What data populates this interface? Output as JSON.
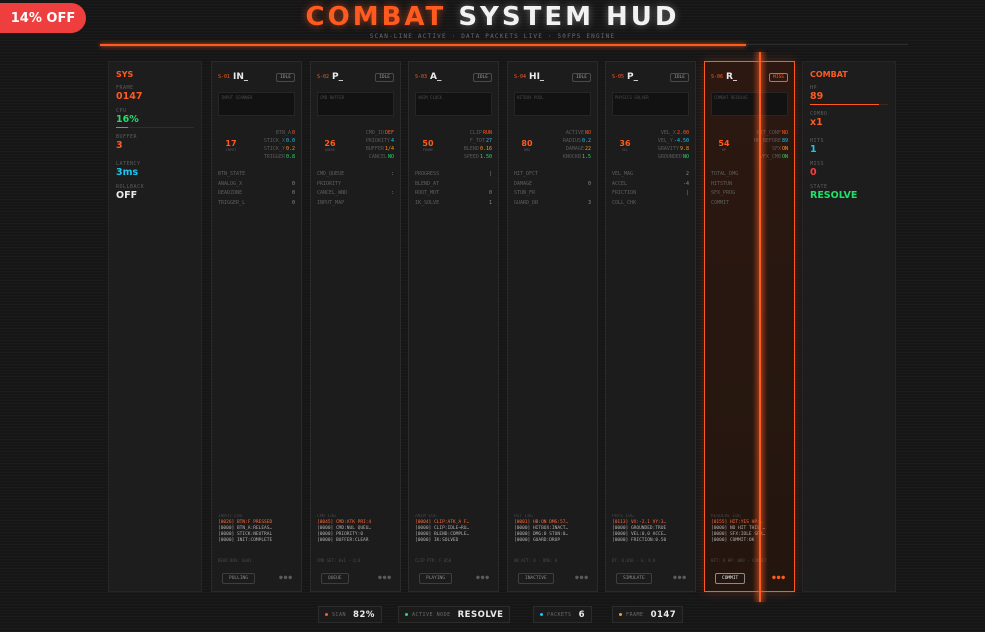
{
  "promo": {
    "label": "14% OFF"
  },
  "header": {
    "title_a": "COMBAT",
    "title_b": "SYSTEM HUD",
    "subtitle": "SCAN-LINE ACTIVE · DATA PACKETS LIVE · 50FPS ENGINE",
    "progress": 0.8
  },
  "sys": {
    "title": "SYS",
    "frame_label": "FRAME",
    "frame": "0147",
    "cpu_label": "CPU",
    "cpu": "16%",
    "cpu_fill": 0.16,
    "buffer_label": "BUFFER",
    "buffer": "3",
    "latency_label": "LATENCY",
    "latency": "3ms",
    "rollback_label": "ROLLBACK",
    "rollback": "OFF"
  },
  "combat": {
    "title": "COMBAT",
    "hp_label": "HP",
    "hp": "89",
    "hp_fill": 0.89,
    "combo_label": "COMBO",
    "combo": "x1",
    "hits_label": "HITS",
    "hits": "1",
    "miss_label": "MISS",
    "miss": "0",
    "state_label": "STATE",
    "state": "RESOLVE"
  },
  "panels": [
    {
      "id": "S-01",
      "name": "IN_",
      "badge": "IDLE",
      "box": "INPUT SCANNER",
      "num": "17",
      "unit": "INPUT",
      "kv": [
        {
          "k": "BTN_A",
          "v": "0"
        },
        {
          "k": "STICK_X",
          "v": "0.0"
        },
        {
          "k": "STICK_Y",
          "v": "0.2"
        },
        {
          "k": "TRIGGER",
          "v": "0.8"
        }
      ],
      "rows": [
        {
          "k": "BTN_STATE",
          "v": ""
        },
        {
          "k": "ANALOG_X",
          "v": "0"
        },
        {
          "k": "DEADZONE",
          "v": "0"
        },
        {
          "k": "TRIGGER_L",
          "v": "0"
        }
      ],
      "log_h": "INPUT LOG",
      "log": [
        "[0026] BTN:F PRESSED",
        "[0000] BTN_A:RELEAS…",
        "[0000] STICK:NEUTRAL",
        "[0000] INIT:COMPLETE"
      ],
      "foot": "READ BUS: 0x01",
      "btn": "POLLING"
    },
    {
      "id": "S-02",
      "name": "P_",
      "badge": "IDLE",
      "box": "CMD BUFFER",
      "num": "26",
      "unit": "QUEUE",
      "kv": [
        {
          "k": "CMD_ID",
          "v": "DEF"
        },
        {
          "k": "PRIORITY",
          "v": "4"
        },
        {
          "k": "BUFFER",
          "v": "1/4"
        },
        {
          "k": "CANCEL",
          "v": "NO"
        }
      ],
      "rows": [
        {
          "k": "CMD_QUEUE",
          "v": ":"
        },
        {
          "k": "PRIORITY",
          "v": ""
        },
        {
          "k": "CANCEL_WND",
          "v": ":"
        },
        {
          "k": "INPUT_MAP",
          "v": ""
        }
      ],
      "log_h": "CMD LOG",
      "log": [
        "[0045] CMD:ATK PRI:4",
        "[0000] CMD:NUL QUEU…",
        "[0000] PRIORITY:0",
        "[0000] BUFFER:CLEAR"
      ],
      "foot": "CMD SET: 0x1 · Q:0",
      "btn": "QUEUE"
    },
    {
      "id": "S-03",
      "name": "A_",
      "badge": "IDLE",
      "box": "ANIM CLOCK",
      "num": "50",
      "unit": "FRAME",
      "kv": [
        {
          "k": "CLIP",
          "v": "RUN"
        },
        {
          "k": "F_TOT",
          "v": "27"
        },
        {
          "k": "BLEND",
          "v": "0.16"
        },
        {
          "k": "SPEED",
          "v": "1.50"
        }
      ],
      "rows": [
        {
          "k": "PROGRESS",
          "v": "|"
        },
        {
          "k": "BLEND_AT",
          "v": ""
        },
        {
          "k": "ROOT_MOT",
          "v": "0"
        },
        {
          "k": "IK_SOLVE",
          "v": "1"
        }
      ],
      "log_h": "ANIM LOG",
      "log": [
        "[0004] CLIP:ATK_A F…",
        "[0000] CLIP:IDLE→RU…",
        "[0000] BLEND:COMPLE…",
        "[0000] IK:SOLVED"
      ],
      "foot": "CLIP PTR: F 050",
      "btn": "PLAYING"
    },
    {
      "id": "S-04",
      "name": "HI_",
      "badge": "IDLE",
      "box": "HITBOX POOL",
      "num": "80",
      "unit": "DMG",
      "kv": [
        {
          "k": "ACTIVE",
          "v": "NO"
        },
        {
          "k": "RADIUS",
          "v": "0.2"
        },
        {
          "k": "DAMAGE",
          "v": "22"
        },
        {
          "k": "KNOCKB",
          "v": "1.5"
        }
      ],
      "rows": [
        {
          "k": "HIT_DFCT",
          "v": ""
        },
        {
          "k": "DAMAGE",
          "v": "0"
        },
        {
          "k": "STUN_FR",
          "v": ""
        },
        {
          "k": "GUARD_DR",
          "v": "3"
        }
      ],
      "log_h": "HIT LOG",
      "log": [
        "[0001] HB:ON DMG:57…",
        "[0000] HITBOX:INACT…",
        "[0000] DMG:0 STUN:0…",
        "[0000] GUARD:DROP"
      ],
      "foot": "HB ACT: 0 · DMG: 0",
      "btn": "INACTIVE"
    },
    {
      "id": "S-05",
      "name": "P_",
      "badge": "IDLE",
      "box": "PHYSICS SOLVER",
      "num": "36",
      "unit": "VEL",
      "kv": [
        {
          "k": "VEL_X",
          "v": "2.00"
        },
        {
          "k": "VEL_Y",
          "v": "-4.50"
        },
        {
          "k": "GRAVITY",
          "v": "9.8"
        },
        {
          "k": "GROUNDED",
          "v": "NO"
        }
      ],
      "rows": [
        {
          "k": "VEL_MAG",
          "v": "2"
        },
        {
          "k": "ACCEL",
          "v": "-4"
        },
        {
          "k": "FRICTION",
          "v": "|"
        },
        {
          "k": "COLL_CHK",
          "v": ""
        }
      ],
      "log_h": "PHYS LOG",
      "log": [
        "[0113] VX:-2.1 VY:3…",
        "[0000] GROUNDED:TRUE",
        "[0000] VEL:0,0 ACCE…",
        "[0000] FRICTION:0.50"
      ],
      "foot": "DT: 0.016 · G: 9.8",
      "btn": "SIMULATE"
    },
    {
      "id": "S-06",
      "name": "R_",
      "badge": "MISS",
      "box": "COMBAT RESOLVE",
      "num": "54",
      "unit": "HP",
      "kv": [
        {
          "k": "HIT_CONF",
          "v": "NO"
        },
        {
          "k": "HP_BEFORE",
          "v": "89"
        },
        {
          "k": "SFX",
          "v": "ON"
        },
        {
          "k": "VFX_CMB",
          "v": "ON"
        }
      ],
      "rows": [
        {
          "k": "TOTAL_DMG",
          "v": ""
        },
        {
          "k": "HITSTUN",
          "v": ""
        },
        {
          "k": "SFX_PROG",
          "v": ""
        },
        {
          "k": "COMMIT",
          "v": ""
        }
      ],
      "log_h": "RESOLVE LOG",
      "log": [
        "[0155] HIT:YES HP:…",
        "[0000] NO HIT THIS …",
        "[0000] SFX:IDLE SFX…",
        "[0000] COMMIT:OK"
      ],
      "foot": "HIT: 0 HP: 089 · COMMIT",
      "btn": "COMMIT",
      "active": true
    }
  ],
  "status": {
    "scan_label": "SCAN",
    "scan": "82%",
    "node_label": "ACTIVE NODE",
    "node": "RESOLVE",
    "packets_label": "PACKETS",
    "packets": "6",
    "frame_label": "FRAME",
    "frame": "0147"
  }
}
